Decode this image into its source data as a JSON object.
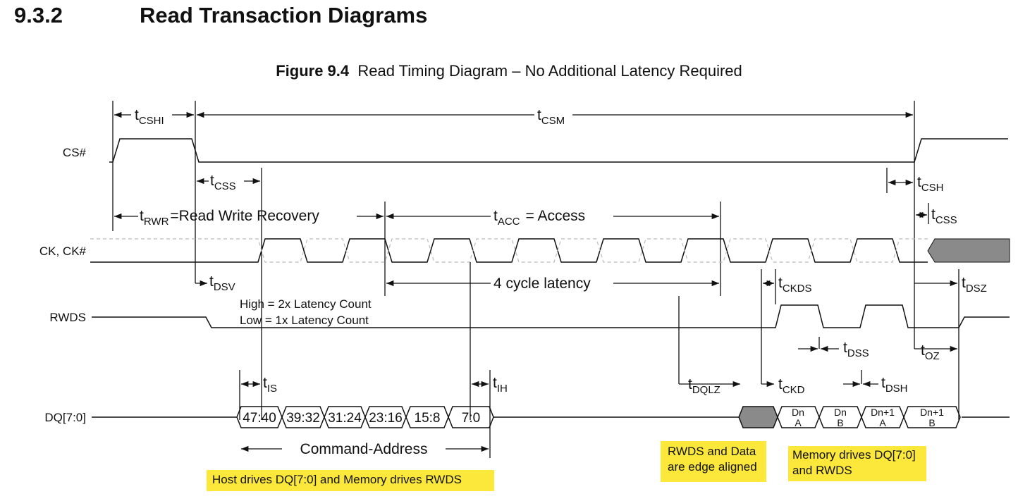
{
  "section": {
    "number": "9.3.2",
    "title": "Read Transaction Diagrams"
  },
  "figure": {
    "label": "Figure 9.4",
    "title": "Read Timing Diagram – No Additional Latency Required"
  },
  "signals": {
    "cs": "CS#",
    "ck": "CK, CK#",
    "rwds": "RWDS",
    "dq": "DQ[7:0]"
  },
  "timing": {
    "t_cshi": {
      "t": "t",
      "sub": "CSHI"
    },
    "t_csm": {
      "t": "t",
      "sub": "CSM"
    },
    "t_css": {
      "t": "t",
      "sub": "CSS"
    },
    "t_csh": {
      "t": "t",
      "sub": "CSH"
    },
    "t_css2": {
      "t": "t",
      "sub": "CSS"
    },
    "t_rwr": {
      "t": "t",
      "sub": "RWR",
      "text": "=Read Write Recovery"
    },
    "t_acc": {
      "t": "t",
      "sub": "ACC",
      "text": "= Access"
    },
    "t_dsv": {
      "t": "t",
      "sub": "DSV"
    },
    "t_ckds": {
      "t": "t",
      "sub": "CKDS"
    },
    "t_dsz": {
      "t": "t",
      "sub": "DSZ"
    },
    "t_dss": {
      "t": "t",
      "sub": "DSS"
    },
    "t_oz": {
      "t": "t",
      "sub": "OZ"
    },
    "t_is": {
      "t": "t",
      "sub": "IS"
    },
    "t_ih": {
      "t": "t",
      "sub": "IH"
    },
    "t_dqlz": {
      "t": "t",
      "sub": "DQLZ"
    },
    "t_ckd": {
      "t": "t",
      "sub": "CKD"
    },
    "t_dsh": {
      "t": "t",
      "sub": "DSH"
    }
  },
  "latency_label": "4 cycle latency",
  "latency_notes": [
    "High = 2x Latency Count",
    "Low =  1x Latency Count"
  ],
  "dq_bytes": [
    "47:40",
    "39:32",
    "31:24",
    "23:16",
    "15:8",
    "7:0"
  ],
  "dq_data": [
    {
      "top": "Dn",
      "bottom": "A"
    },
    {
      "top": "Dn",
      "bottom": "B"
    },
    {
      "top": "Dn+1",
      "bottom": "A"
    },
    {
      "top": "Dn+1",
      "bottom": "B"
    }
  ],
  "command_address_label": "Command-Address",
  "callouts": {
    "host": "Host drives DQ[7:0] and Memory drives RWDS",
    "edge": [
      "RWDS and Data",
      "are edge aligned"
    ],
    "memory": [
      "Memory drives DQ[7:0]",
      "and RWDS"
    ]
  },
  "colors": {
    "highlight": "#fce83a",
    "shade": "#8a8a8a"
  }
}
